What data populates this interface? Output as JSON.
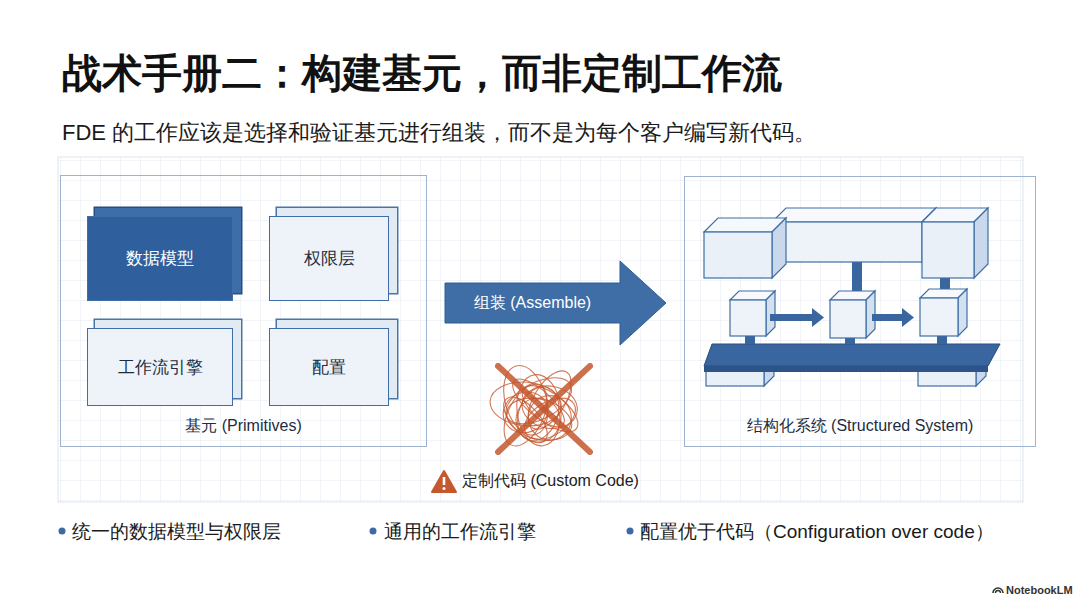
{
  "diagram": {
    "title": "战术手册二：构建基元，而非定制工作流",
    "caption": "FDE 的工作应该是选择和验证基元进行组装，而不是为每个客户编写新代码。",
    "nodes": [
      {
        "text": [
          "基元 (Primitives)"
        ]
      },
      {
        "text": [
          "数据模型"
        ],
        "in": 0
      },
      {
        "text": [
          "权限层"
        ],
        "in": 0
      },
      {
        "text": [
          "工作流引擎"
        ],
        "in": 0
      },
      {
        "text": [
          "配置"
        ],
        "in": 0
      },
      {
        "text": [
          "结构化系统 (Structured System)"
        ]
      }
    ],
    "edges": [
      {
        "from": 0,
        "to": 5,
        "arrow": "to",
        "label": "组装 (Assemble)"
      }
    ],
    "labels": [
      "定制代码 (Custom Code)",
      "统一的数据模型与权限层",
      "通用的工作流引擎",
      "配置优于代码（Configuration over code）",
      "NotebookLM"
    ]
  }
}
